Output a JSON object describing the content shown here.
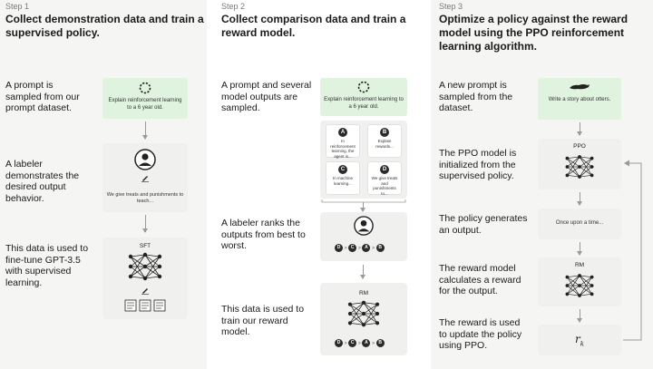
{
  "step1": {
    "step_label": "Step 1",
    "title": "Collect demonstration data and train a supervised policy.",
    "desc1": "A prompt is sampled from our prompt dataset.",
    "prompt": "Explain reinforcement learning to a 6 year old.",
    "desc2": "A labeler demonstrates the desired output behavior.",
    "demo": "We give treats and punishments to teach...",
    "desc3": "This data is used to fine-tune GPT-3.5 with supervised learning.",
    "model_label": "SFT"
  },
  "step2": {
    "step_label": "Step 2",
    "title": "Collect comparison data and train a reward model.",
    "desc1": "A prompt and several model outputs are sampled.",
    "prompt": "Explain reinforcement learning to a 6 year old.",
    "outputs": [
      {
        "letter": "A",
        "text": "In reinforcement learning, the agent is..."
      },
      {
        "letter": "B",
        "text": "Explain rewards..."
      },
      {
        "letter": "C",
        "text": "In machine learning..."
      },
      {
        "letter": "D",
        "text": "We give treats and punishments to..."
      }
    ],
    "desc2": "A labeler ranks the outputs from best to worst.",
    "ranking": [
      "D",
      "C",
      "A",
      "B"
    ],
    "desc3": "This data is used to train our reward model.",
    "model_label": "RM"
  },
  "step3": {
    "step_label": "Step 3",
    "title": "Optimize a policy against the reward model using the PPO reinforcement learning algorithm.",
    "desc1": "A new prompt is sampled from the dataset.",
    "prompt": "Write a story about otters.",
    "desc2": "The PPO model is initialized from the supervised policy.",
    "ppo_label": "PPO",
    "desc3": "The policy generates an output.",
    "output": "Once upon a time...",
    "desc4": "The reward model calculates a reward for the output.",
    "rm_label": "RM",
    "desc5": "The reward is used to update the policy using PPO.",
    "reward_symbol": "r",
    "reward_sub": "k"
  }
}
